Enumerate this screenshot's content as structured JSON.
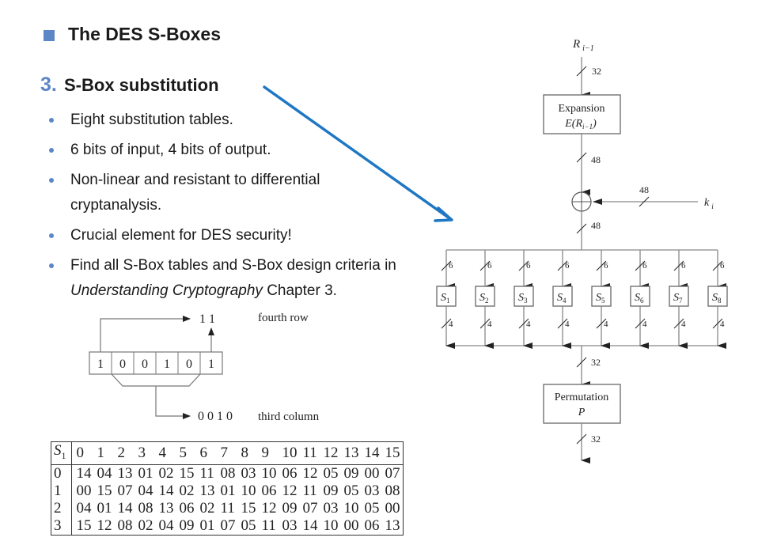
{
  "slide": {
    "title": "The DES S-Boxes",
    "section_number": "3.",
    "section_title": "S-Box substitution",
    "bullets": [
      {
        "text": "Eight substitution tables."
      },
      {
        "text": "6 bits of input, 4 bits of output."
      },
      {
        "text": "Non-linear and resistant to differential cryptanalysis."
      },
      {
        "text": "Crucial element for DES security!"
      },
      {
        "pre": "Find all S-Box tables and S-Box design criteria in ",
        "italic": "Understanding Cryptography",
        "post": " Chapter 3."
      }
    ],
    "arrow_color": "#1f77c4",
    "accent_color": "#5b86c7"
  },
  "bit_example": {
    "input_bits": [
      "1",
      "0",
      "0",
      "1",
      "0",
      "1"
    ],
    "row_bits": "1 1",
    "row_label": "fourth row",
    "column_bits": "0 0 1 0",
    "column_label": "third column"
  },
  "sbox_table": {
    "name": "S",
    "subscript": "1",
    "columns": [
      "0",
      "1",
      "2",
      "3",
      "4",
      "5",
      "6",
      "7",
      "8",
      "9",
      "10",
      "11",
      "12",
      "13",
      "14",
      "15"
    ],
    "rows": [
      {
        "label": "0",
        "values": [
          "14",
          "04",
          "13",
          "01",
          "02",
          "15",
          "11",
          "08",
          "03",
          "10",
          "06",
          "12",
          "05",
          "09",
          "00",
          "07"
        ]
      },
      {
        "label": "1",
        "values": [
          "00",
          "15",
          "07",
          "04",
          "14",
          "02",
          "13",
          "01",
          "10",
          "06",
          "12",
          "11",
          "09",
          "05",
          "03",
          "08"
        ]
      },
      {
        "label": "2",
        "values": [
          "04",
          "01",
          "14",
          "08",
          "13",
          "06",
          "02",
          "11",
          "15",
          "12",
          "09",
          "07",
          "03",
          "10",
          "05",
          "00"
        ]
      },
      {
        "label": "3",
        "values": [
          "15",
          "12",
          "08",
          "02",
          "04",
          "09",
          "01",
          "07",
          "05",
          "11",
          "03",
          "14",
          "10",
          "00",
          "06",
          "13"
        ]
      }
    ]
  },
  "f_function": {
    "input_label": "R",
    "input_sub": "i−1",
    "input_width": "32",
    "expansion_label": "Expansion",
    "expansion_func": "E(R",
    "expansion_sub": "i−1",
    "expansion_close": ")",
    "expansion_width": "48",
    "key_label": "k",
    "key_sub": "i",
    "key_width": "48",
    "xor_out_width": "48",
    "sboxes": [
      {
        "name": "S",
        "sub": "1",
        "in": "6",
        "out": "4"
      },
      {
        "name": "S",
        "sub": "2",
        "in": "6",
        "out": "4"
      },
      {
        "name": "S",
        "sub": "3",
        "in": "6",
        "out": "4"
      },
      {
        "name": "S",
        "sub": "4",
        "in": "6",
        "out": "4"
      },
      {
        "name": "S",
        "sub": "5",
        "in": "6",
        "out": "4"
      },
      {
        "name": "S",
        "sub": "6",
        "in": "6",
        "out": "4"
      },
      {
        "name": "S",
        "sub": "7",
        "in": "6",
        "out": "4"
      },
      {
        "name": "S",
        "sub": "8",
        "in": "6",
        "out": "4"
      }
    ],
    "sbox_out_width": "32",
    "permutation_label": "Permutation",
    "permutation_func": "P",
    "output_width": "32"
  }
}
